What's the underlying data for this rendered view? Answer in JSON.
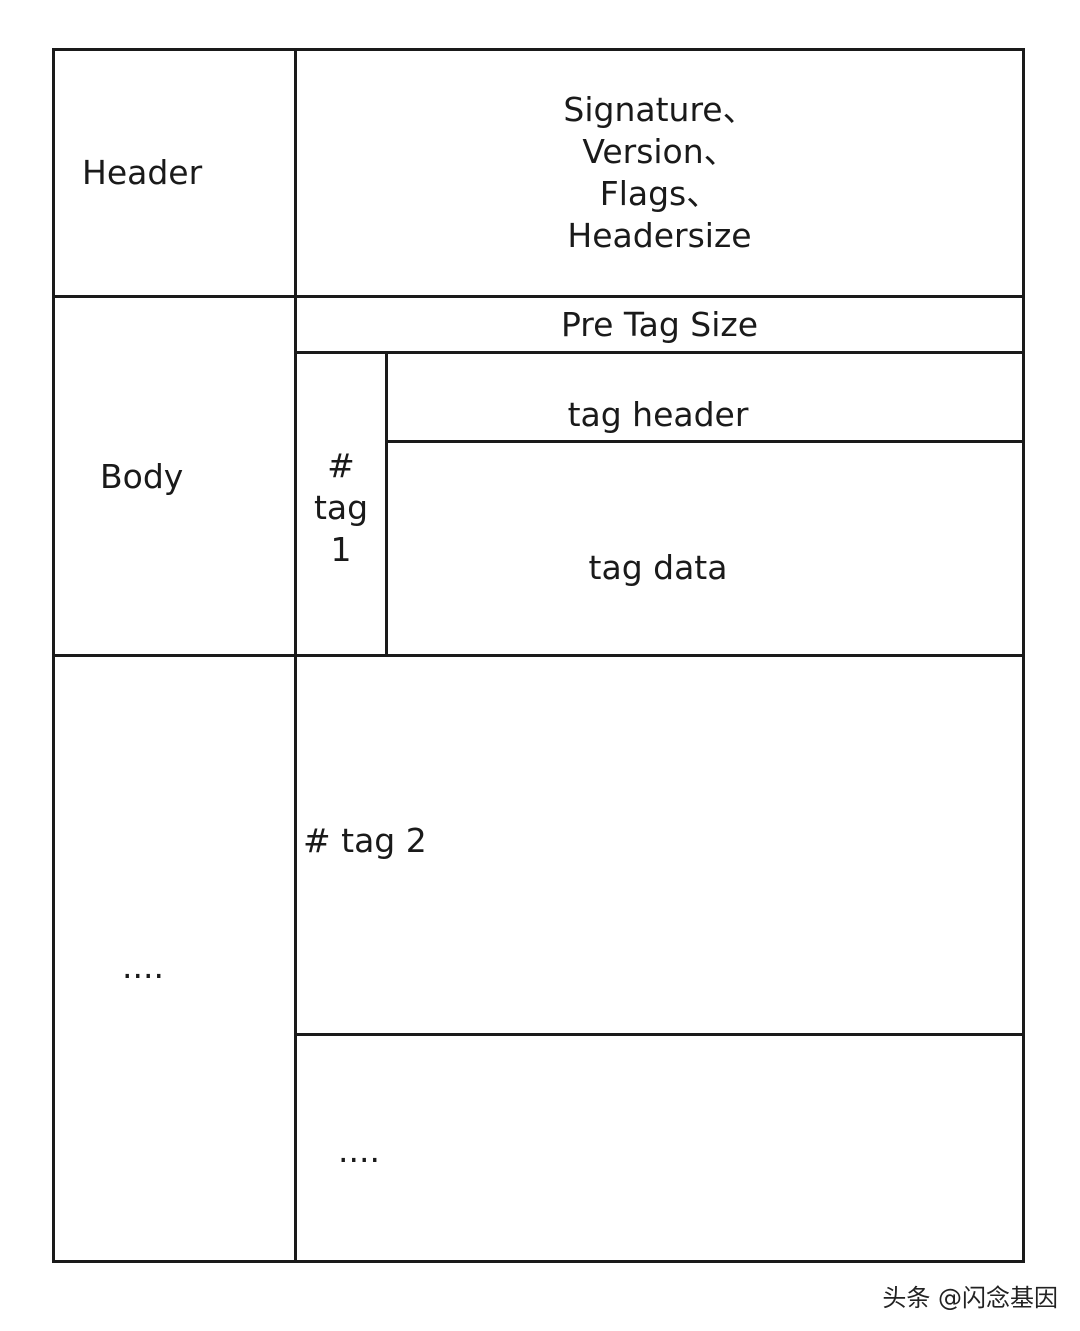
{
  "diagram": {
    "header_label": "Header",
    "header_fields": [
      "Signature、",
      "Version、",
      "Flags、",
      "Headersize"
    ],
    "body_label": "Body",
    "pre_tag_size": "Pre Tag Size",
    "tag1_label": "#\ntag\n1",
    "tag_header": "tag header",
    "tag_data": "tag data",
    "more_label": "....",
    "tag2_label": "# tag 2",
    "more_tags_label": "...."
  },
  "watermark": "头条 @闪念基因"
}
